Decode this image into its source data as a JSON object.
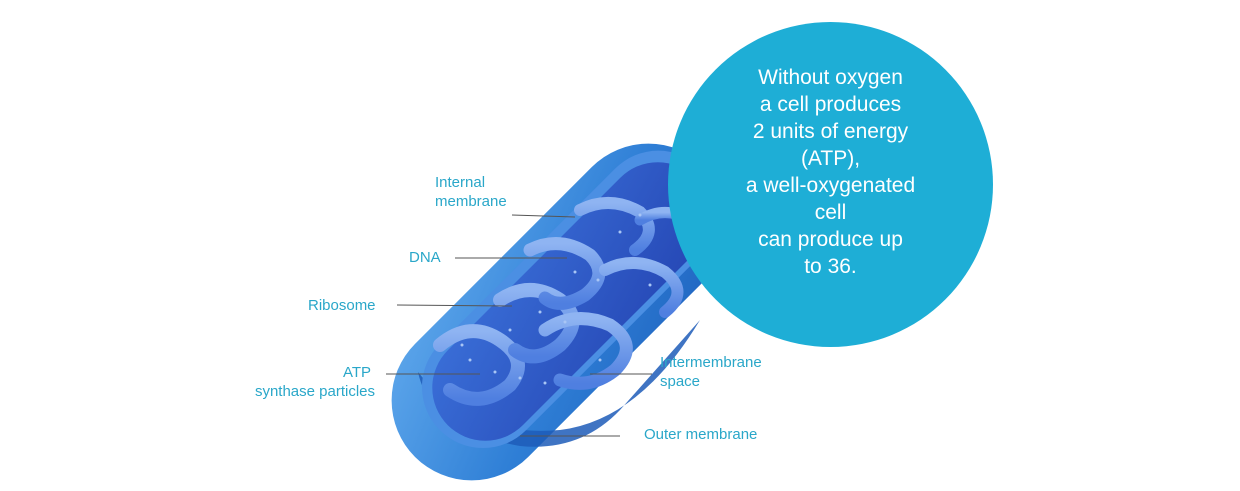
{
  "labels": {
    "internal_membrane": [
      "Internal",
      "membrane"
    ],
    "dna": [
      "DNA"
    ],
    "ribosome": [
      "Ribosome"
    ],
    "atp_synthase": [
      "ATP",
      "synthase particles"
    ],
    "intermembrane_space": [
      "Intermembrane",
      "space"
    ],
    "outer_membrane": [
      "Outer membrane"
    ]
  },
  "bubble": {
    "lines": [
      "Without oxygen",
      "a cell produces",
      "2 units of energy",
      "(ATP),",
      "a well-oxygenated",
      "cell",
      "can produce up",
      "to 36."
    ]
  },
  "colors": {
    "label": "#2aa7c9",
    "bubble": "#1eaed6",
    "outer_membrane": "#2f7fd6",
    "cristae": "#5a8ee6",
    "matrix": "#2b56c6",
    "leader_line": "#555555"
  }
}
